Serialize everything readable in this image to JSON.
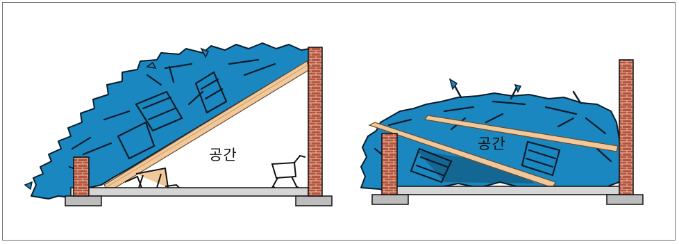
{
  "panels": [
    {
      "id": "lean-to-collapse",
      "label": "공간"
    },
    {
      "id": "v-shape-collapse",
      "label": "공간"
    }
  ],
  "colors": {
    "debris": "#1a87c0",
    "debris_outline": "#0b1b2a",
    "brick": "#b6553d",
    "brick_mortar": "#e9c7b5",
    "beam": "#f0c89a",
    "beam_outline": "#6b4a2b",
    "floor": "#d6d6d6",
    "footing": "#bdbdbd",
    "frame_border": "#6f6f6f"
  }
}
